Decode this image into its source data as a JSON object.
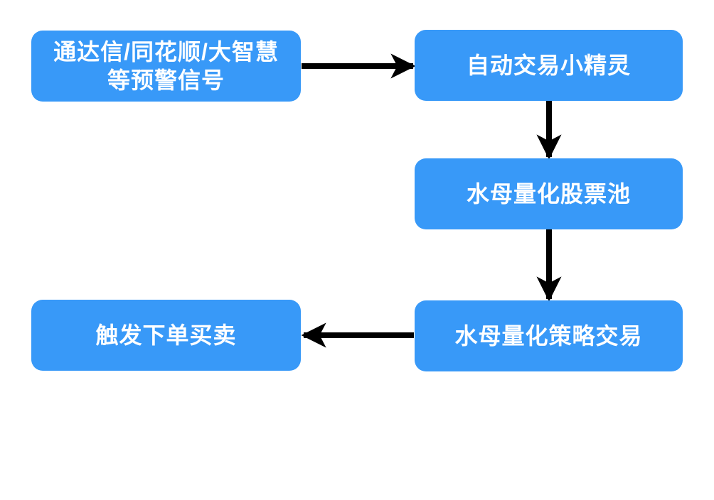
{
  "diagram": {
    "title": "auto-trading signal flowchart",
    "background_color": "#ffffff",
    "node_fill_color": "#3899f8",
    "node_text_color": "#ffffff",
    "arrow_color": "#000000",
    "nodes": [
      {
        "id": "signal-source",
        "label": "通达信/同花顺/大智慧\n等预警信号"
      },
      {
        "id": "auto-trade-elf",
        "label": "自动交易小精灵"
      },
      {
        "id": "stock-pool",
        "label": "水母量化股票池"
      },
      {
        "id": "strategy-trade",
        "label": "水母量化策略交易"
      },
      {
        "id": "order-trigger",
        "label": "触发下单买卖"
      }
    ],
    "edges": [
      {
        "from": "signal-source",
        "to": "auto-trade-elf",
        "direction": "right"
      },
      {
        "from": "auto-trade-elf",
        "to": "stock-pool",
        "direction": "down"
      },
      {
        "from": "stock-pool",
        "to": "strategy-trade",
        "direction": "down"
      },
      {
        "from": "strategy-trade",
        "to": "order-trigger",
        "direction": "left"
      }
    ]
  }
}
